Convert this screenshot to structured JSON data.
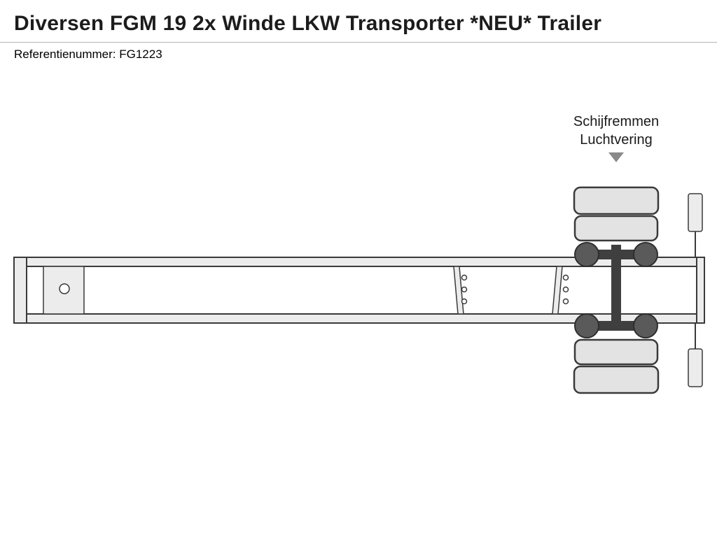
{
  "header": {
    "title": "Diversen FGM 19 2x Winde LKW Transporter *NEU* Trailer",
    "reference_label": "Referentienummer:",
    "reference_value": "FG1223"
  },
  "annotation": {
    "line1": "Schijfremmen",
    "line2": "Luchtvering",
    "pointer_icon": "triangle-down-icon"
  },
  "colors": {
    "background": "#ffffff",
    "title_text": "#1c1c1c",
    "divider": "#b5b5b5",
    "outline": "#3a3a3a",
    "light_fill": "#ececec",
    "wheel_fill": "#e3e3e3",
    "dark_fill": "#3f3f3f",
    "hub_fill": "#5a5a5a",
    "pointer": "#8a8a8a"
  }
}
